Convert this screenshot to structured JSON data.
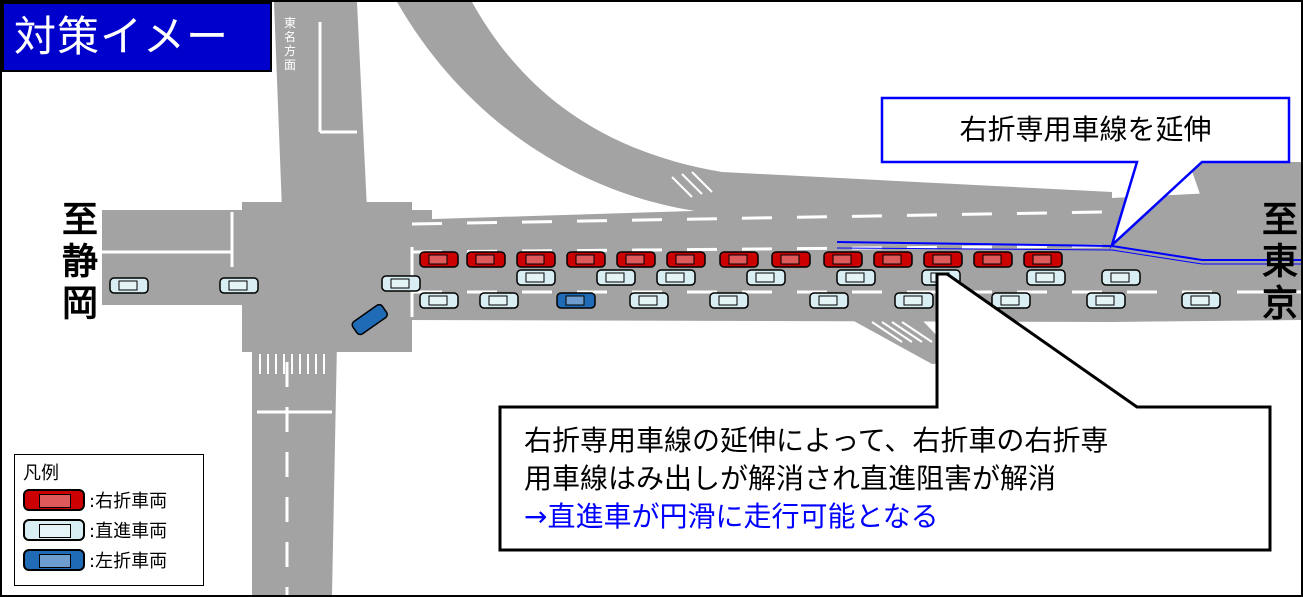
{
  "title": "対策イメージ",
  "destinations": {
    "left": "至静岡",
    "right": "至東京"
  },
  "road_marking": "東名方面",
  "callout_top": "右折専用車線を延伸",
  "callout_bottom": {
    "line1": "右折専用車線の延伸によって、右折車の右折専",
    "line2": "用車線はみ出しが解消され直進阻害が解消",
    "line3": "→直進車が円滑に走行可能となる"
  },
  "legend": {
    "title": "凡例",
    "items": [
      {
        "label": ":右折車両",
        "color": "#cc0000"
      },
      {
        "label": ":直進車両",
        "color": "#d8eef2"
      },
      {
        "label": ":左折車両",
        "color": "#1f6bb5"
      }
    ]
  },
  "colors": {
    "title_bg": "#0000cc",
    "road": "#a3a3a3",
    "accent_text": "#0000ff",
    "callout_border": "#0000ff"
  }
}
